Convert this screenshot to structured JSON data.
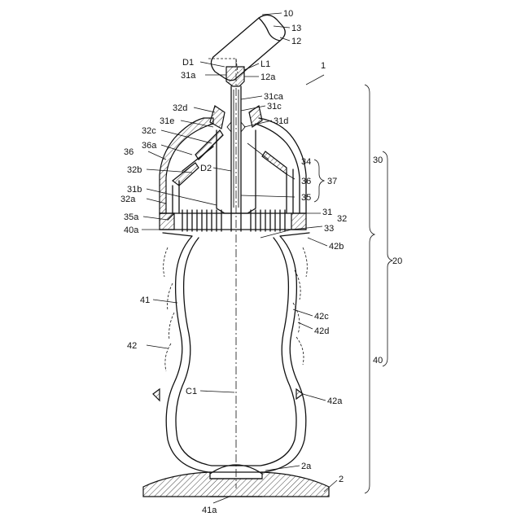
{
  "labels": {
    "l10": "10",
    "l13": "13",
    "l12": "12",
    "lD1": "D1",
    "lL1": "L1",
    "l1": "1",
    "l31a": "31a",
    "l12a": "12a",
    "l31ca": "31ca",
    "l31c": "31c",
    "l32d": "32d",
    "l31e": "31e",
    "l31d": "31d",
    "l32c": "32c",
    "l36a": "36a",
    "l36left": "36",
    "l34": "34",
    "l30": "30",
    "l32b": "32b",
    "lD2": "D2",
    "l36right": "36",
    "l37": "37",
    "l31b": "31b",
    "l35": "35",
    "l32a": "32a",
    "l31": "31",
    "l32": "32",
    "l35a": "35a",
    "l33": "33",
    "l40a": "40a",
    "l42b": "42b",
    "l20": "20",
    "l41": "41",
    "l42c": "42c",
    "l42d": "42d",
    "l42": "42",
    "l40": "40",
    "lC1": "C1",
    "l42a": "42a",
    "l2a": "2a",
    "l2": "2",
    "l41a": "41a"
  }
}
